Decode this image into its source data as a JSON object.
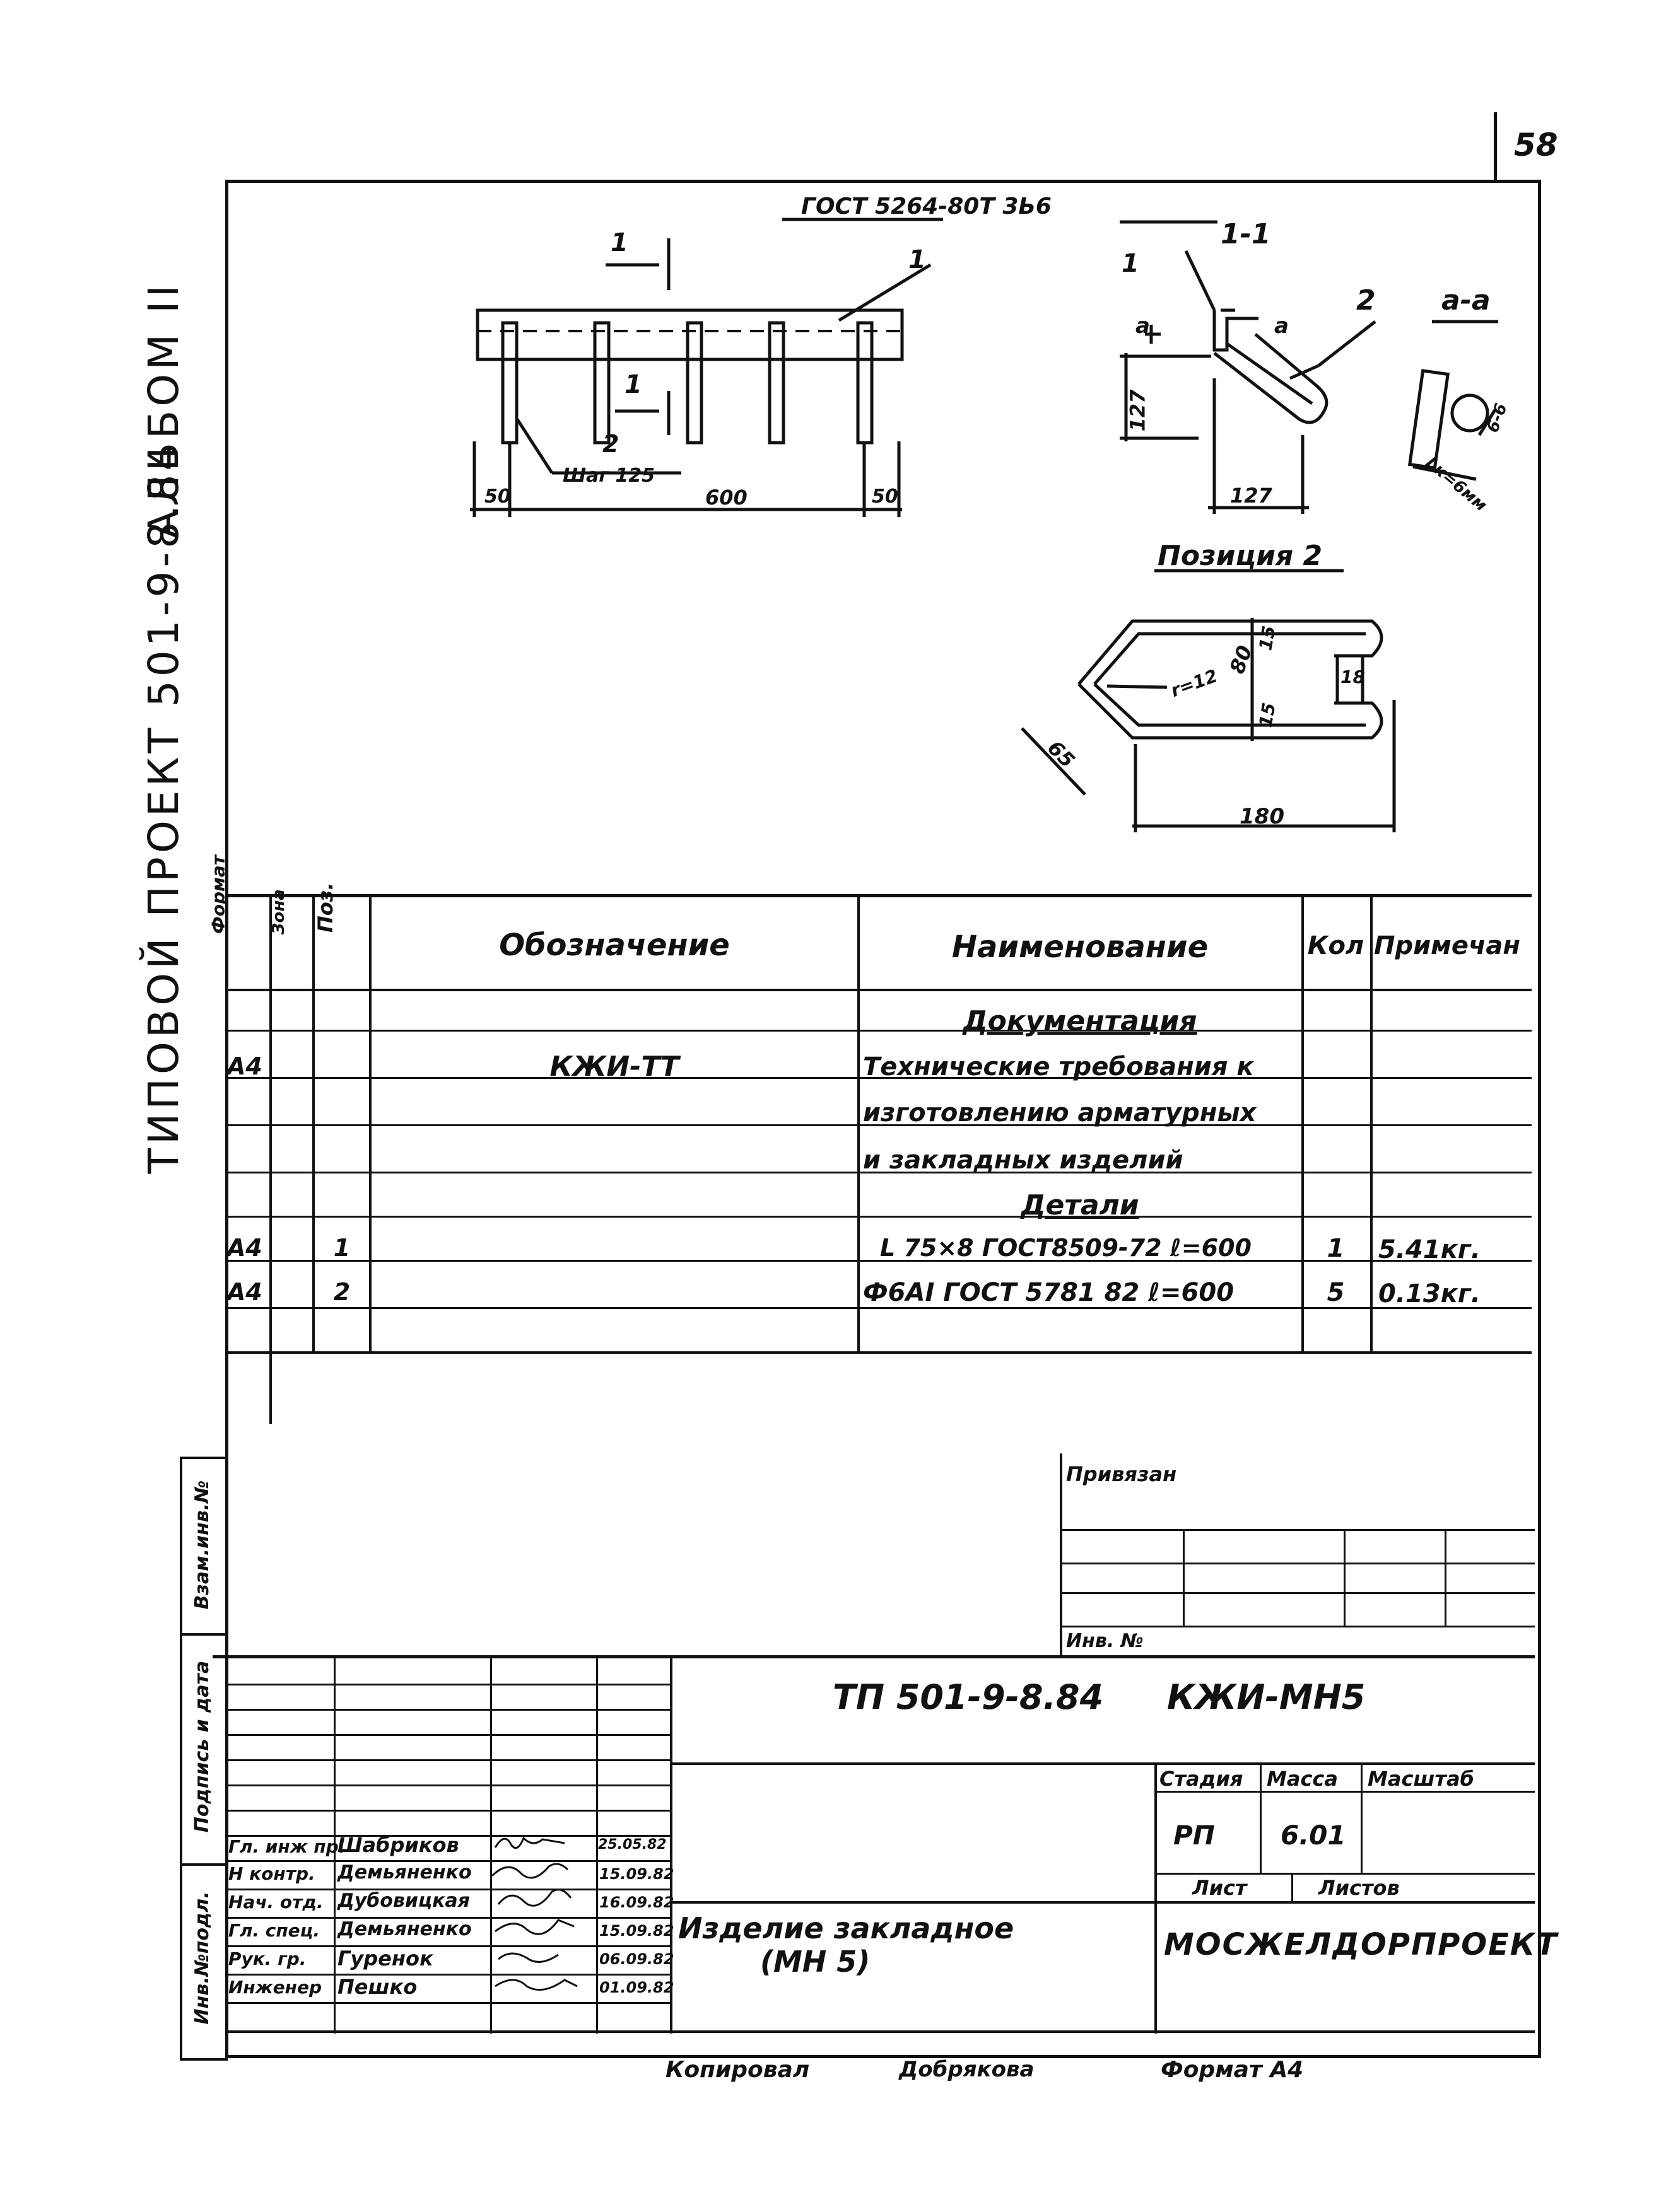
{
  "page_number": "58",
  "side_title": {
    "project": "ТИПОВОЙ ПРОЕКТ 501-9-8.84",
    "album": "АЛЬБОМ II"
  },
  "drawing": {
    "gost_note": "ГОСТ 5264-80Т 3Ь6",
    "section_top": "1",
    "section_label_11": "1-1",
    "section_label_aa": "а-а",
    "pos1": "1",
    "pos2": "2",
    "pos1_b": "1",
    "pos2_b": "2",
    "cut_mark_a": "а",
    "weld_step": "Шаг 125",
    "dim_50_left": "50",
    "dim_600": "600",
    "dim_50_right": "50",
    "dim_127_v": "127",
    "dim_127_h": "127",
    "weld_leg_1": "6-6",
    "weld_leg_2": "Lк=6мм",
    "position2_title": "Позиция 2",
    "dim_80": "80",
    "dim_15_top": "15",
    "dim_15_bot": "15",
    "dim_18": "18",
    "dim_r12": "r=12",
    "dim_65": "65",
    "dim_180": "180"
  },
  "spec": {
    "headers": {
      "format": "Формат",
      "zone": "Зона",
      "pos": "Поз.",
      "designation": "Обозначение",
      "name": "Наименование",
      "qty": "Кол",
      "note": "Примечан"
    },
    "rows": [
      {
        "format": "",
        "pos": "",
        "designation": "",
        "name": "Документация",
        "qty": "",
        "note": ""
      },
      {
        "format": "А4",
        "pos": "",
        "designation": "КЖИ-ТТ",
        "name": "Технические требования к",
        "qty": "",
        "note": ""
      },
      {
        "format": "",
        "pos": "",
        "designation": "",
        "name": "изготовлению арматурных",
        "qty": "",
        "note": ""
      },
      {
        "format": "",
        "pos": "",
        "designation": "",
        "name": "и закладных изделий",
        "qty": "",
        "note": ""
      },
      {
        "format": "",
        "pos": "",
        "designation": "",
        "name": "Детали",
        "qty": "",
        "note": ""
      },
      {
        "format": "А4",
        "pos": "1",
        "designation": "",
        "name": "L 75×8 ГОСТ8509-72 ℓ=600",
        "qty": "1",
        "note": "5.41кг."
      },
      {
        "format": "А4",
        "pos": "2",
        "designation": "",
        "name": "Ф6АI ГОСТ 5781 82  ℓ=600",
        "qty": "5",
        "note": "0.13кг."
      },
      {
        "format": "",
        "pos": "",
        "designation": "",
        "name": "",
        "qty": "",
        "note": ""
      }
    ]
  },
  "left_strip": {
    "inv_zam": "Взам.инв.№",
    "sign_date": "Подпись и дата",
    "inv_podl": "Инв.№подл."
  },
  "privyazan": {
    "title": "Привязан",
    "inv": "Инв. №"
  },
  "title_block": {
    "code": "ТП 501-9-8.84",
    "mark": "КЖИ-МН5",
    "stage_h": "Стадия",
    "mass_h": "Масса",
    "scale_h": "Масштаб",
    "stage": "РП",
    "mass": "6.01",
    "sheet_h": "Лист",
    "sheets_h": "Листов",
    "item_name_1": "Изделие закладное",
    "item_name_2": "(МН 5)",
    "org": "МОСЖЕЛДОРПРОЕКТ",
    "signers": [
      {
        "role": "Гл. инж пр.",
        "name": "Шабриков",
        "date": "25.05.82"
      },
      {
        "role": "Н контр.",
        "name": "Демьяненко",
        "date": "15.09.82"
      },
      {
        "role": "Нач. отд.",
        "name": "Дубовицкая",
        "date": "16.09.82"
      },
      {
        "role": "Гл. спец.",
        "name": "Демьяненко",
        "date": "15.09.82"
      },
      {
        "role": "Рук. гр.",
        "name": "Гуренок",
        "date": "06.09.82"
      },
      {
        "role": "Инженер",
        "name": "Пешко",
        "date": "01.09.82"
      }
    ]
  },
  "footer": {
    "copied": "Копировал",
    "copier": "Добрякова",
    "format": "Формат А4"
  }
}
